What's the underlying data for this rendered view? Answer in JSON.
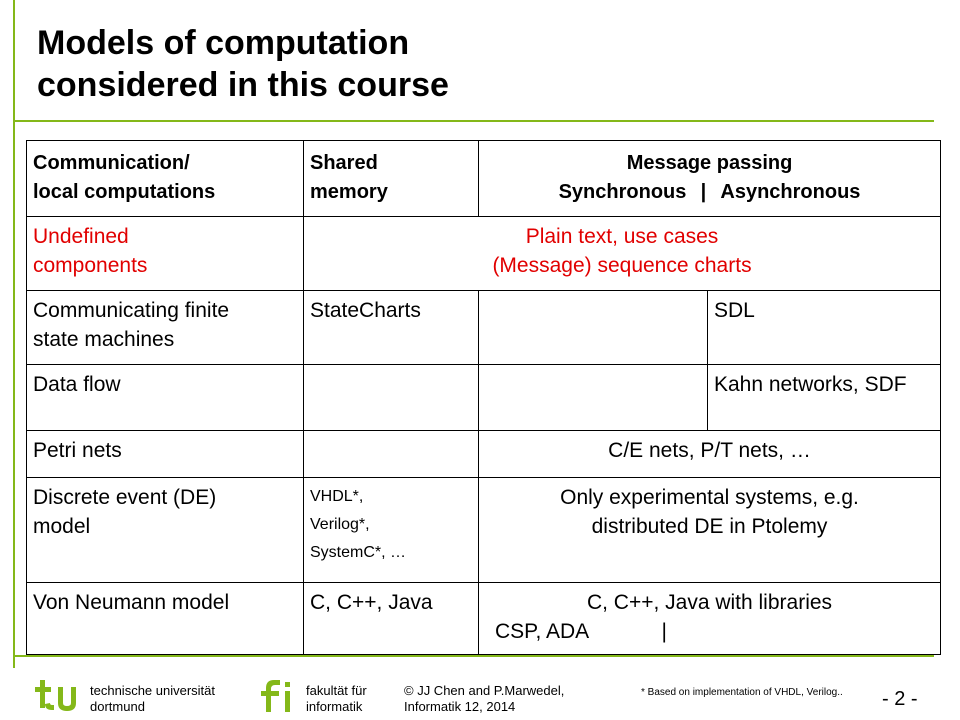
{
  "title": {
    "line1": "Models of computation",
    "line2": "considered in this course"
  },
  "table": {
    "header": {
      "col1": [
        "Communication/",
        "local computations"
      ],
      "col2": [
        "Shared",
        "memory"
      ],
      "col3_top": "Message passing",
      "col3_sync": "Synchronous",
      "col3_sep": "|",
      "col3_async": "Asynchronous"
    },
    "rows": [
      {
        "label": [
          "Undefined",
          "components"
        ],
        "span_lines": [
          "Plain text, use cases",
          "(Message) sequence charts"
        ]
      },
      {
        "label": [
          "Communicating finite",
          "state machines"
        ],
        "shared": "StateCharts",
        "sync": "",
        "async": "SDL"
      },
      {
        "label": [
          "Data flow"
        ],
        "shared": "",
        "sync": "",
        "async": "Kahn networks, SDF"
      },
      {
        "label": [
          "Petri nets"
        ],
        "shared": "",
        "msg": "C/E nets, P/T nets, …"
      },
      {
        "label": [
          "Discrete event (DE)",
          "model"
        ],
        "shared_lines": [
          "VHDL*,",
          "Verilog*,",
          "SystemC*, …"
        ],
        "msg_lines": [
          "Only experimental systems, e.g.",
          "distributed DE in Ptolemy"
        ]
      },
      {
        "label": [
          "Von Neumann model"
        ],
        "shared": "C, C++, Java",
        "msg_line1": "C, C++, Java with libraries",
        "msg_line2_left": "CSP, ADA",
        "msg_line2_sep": "|"
      }
    ]
  },
  "footer": {
    "tu_line1": "technische universität",
    "tu_line2": "dortmund",
    "fi_line1": "fakultät für",
    "fi_line2": "informatik",
    "author_line1": "© JJ Chen and P.Marwedel,",
    "author_line2": "Informatik 12,  2014",
    "footnote": "* Based on implementation of VHDL, Verilog..",
    "page": "-  2 -"
  },
  "colors": {
    "accent": "#84b819",
    "red": "#e10000"
  }
}
